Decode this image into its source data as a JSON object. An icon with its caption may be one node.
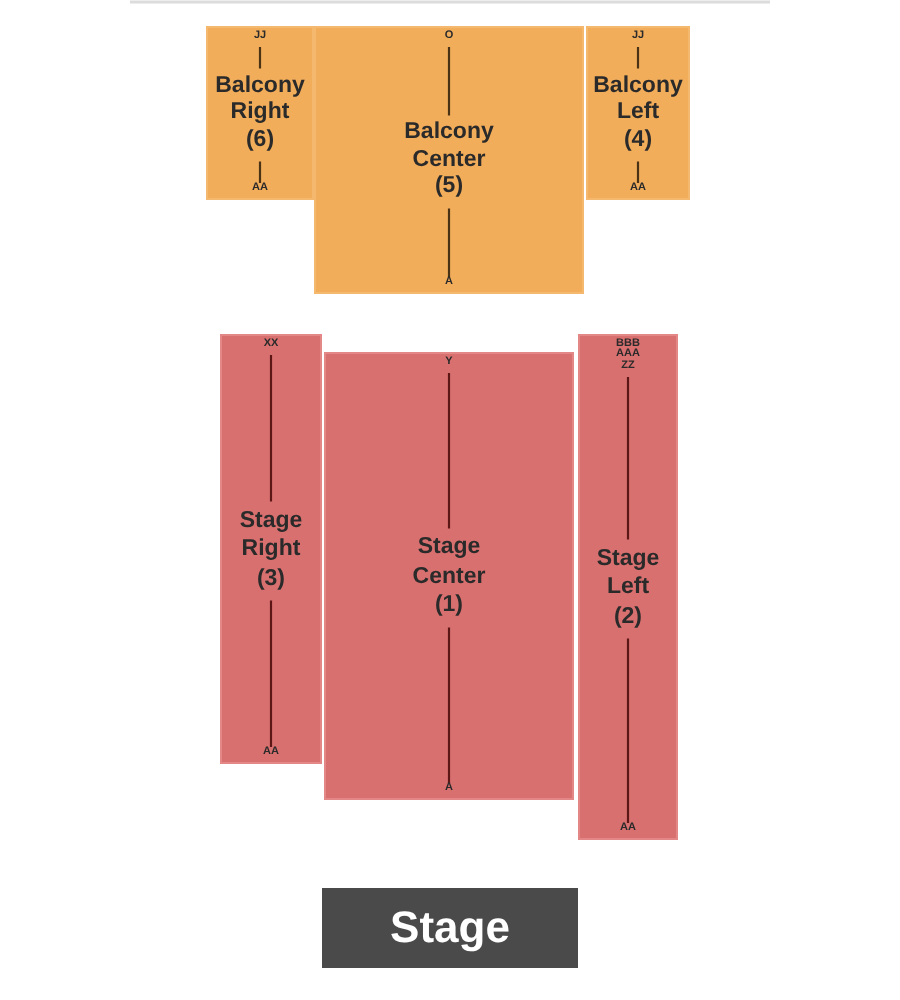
{
  "diagram": {
    "nodes": [
      {
        "text": [
          "JJ",
          "Balcony Right (6)",
          "AA"
        ]
      },
      {
        "text": [
          "O",
          "Balcony Center (5)",
          "A"
        ]
      },
      {
        "text": [
          "JJ",
          "Balcony Left (4)",
          "AA"
        ]
      },
      {
        "text": [
          "XX",
          "Stage Right (3)",
          "AA"
        ]
      },
      {
        "text": [
          "Y",
          "Stage Center (1)",
          "A"
        ]
      },
      {
        "text": [
          "BBB",
          "AAA",
          "ZZ",
          "Stage Left (2)",
          "AA"
        ]
      },
      {
        "text": [
          "Stage"
        ]
      }
    ]
  }
}
